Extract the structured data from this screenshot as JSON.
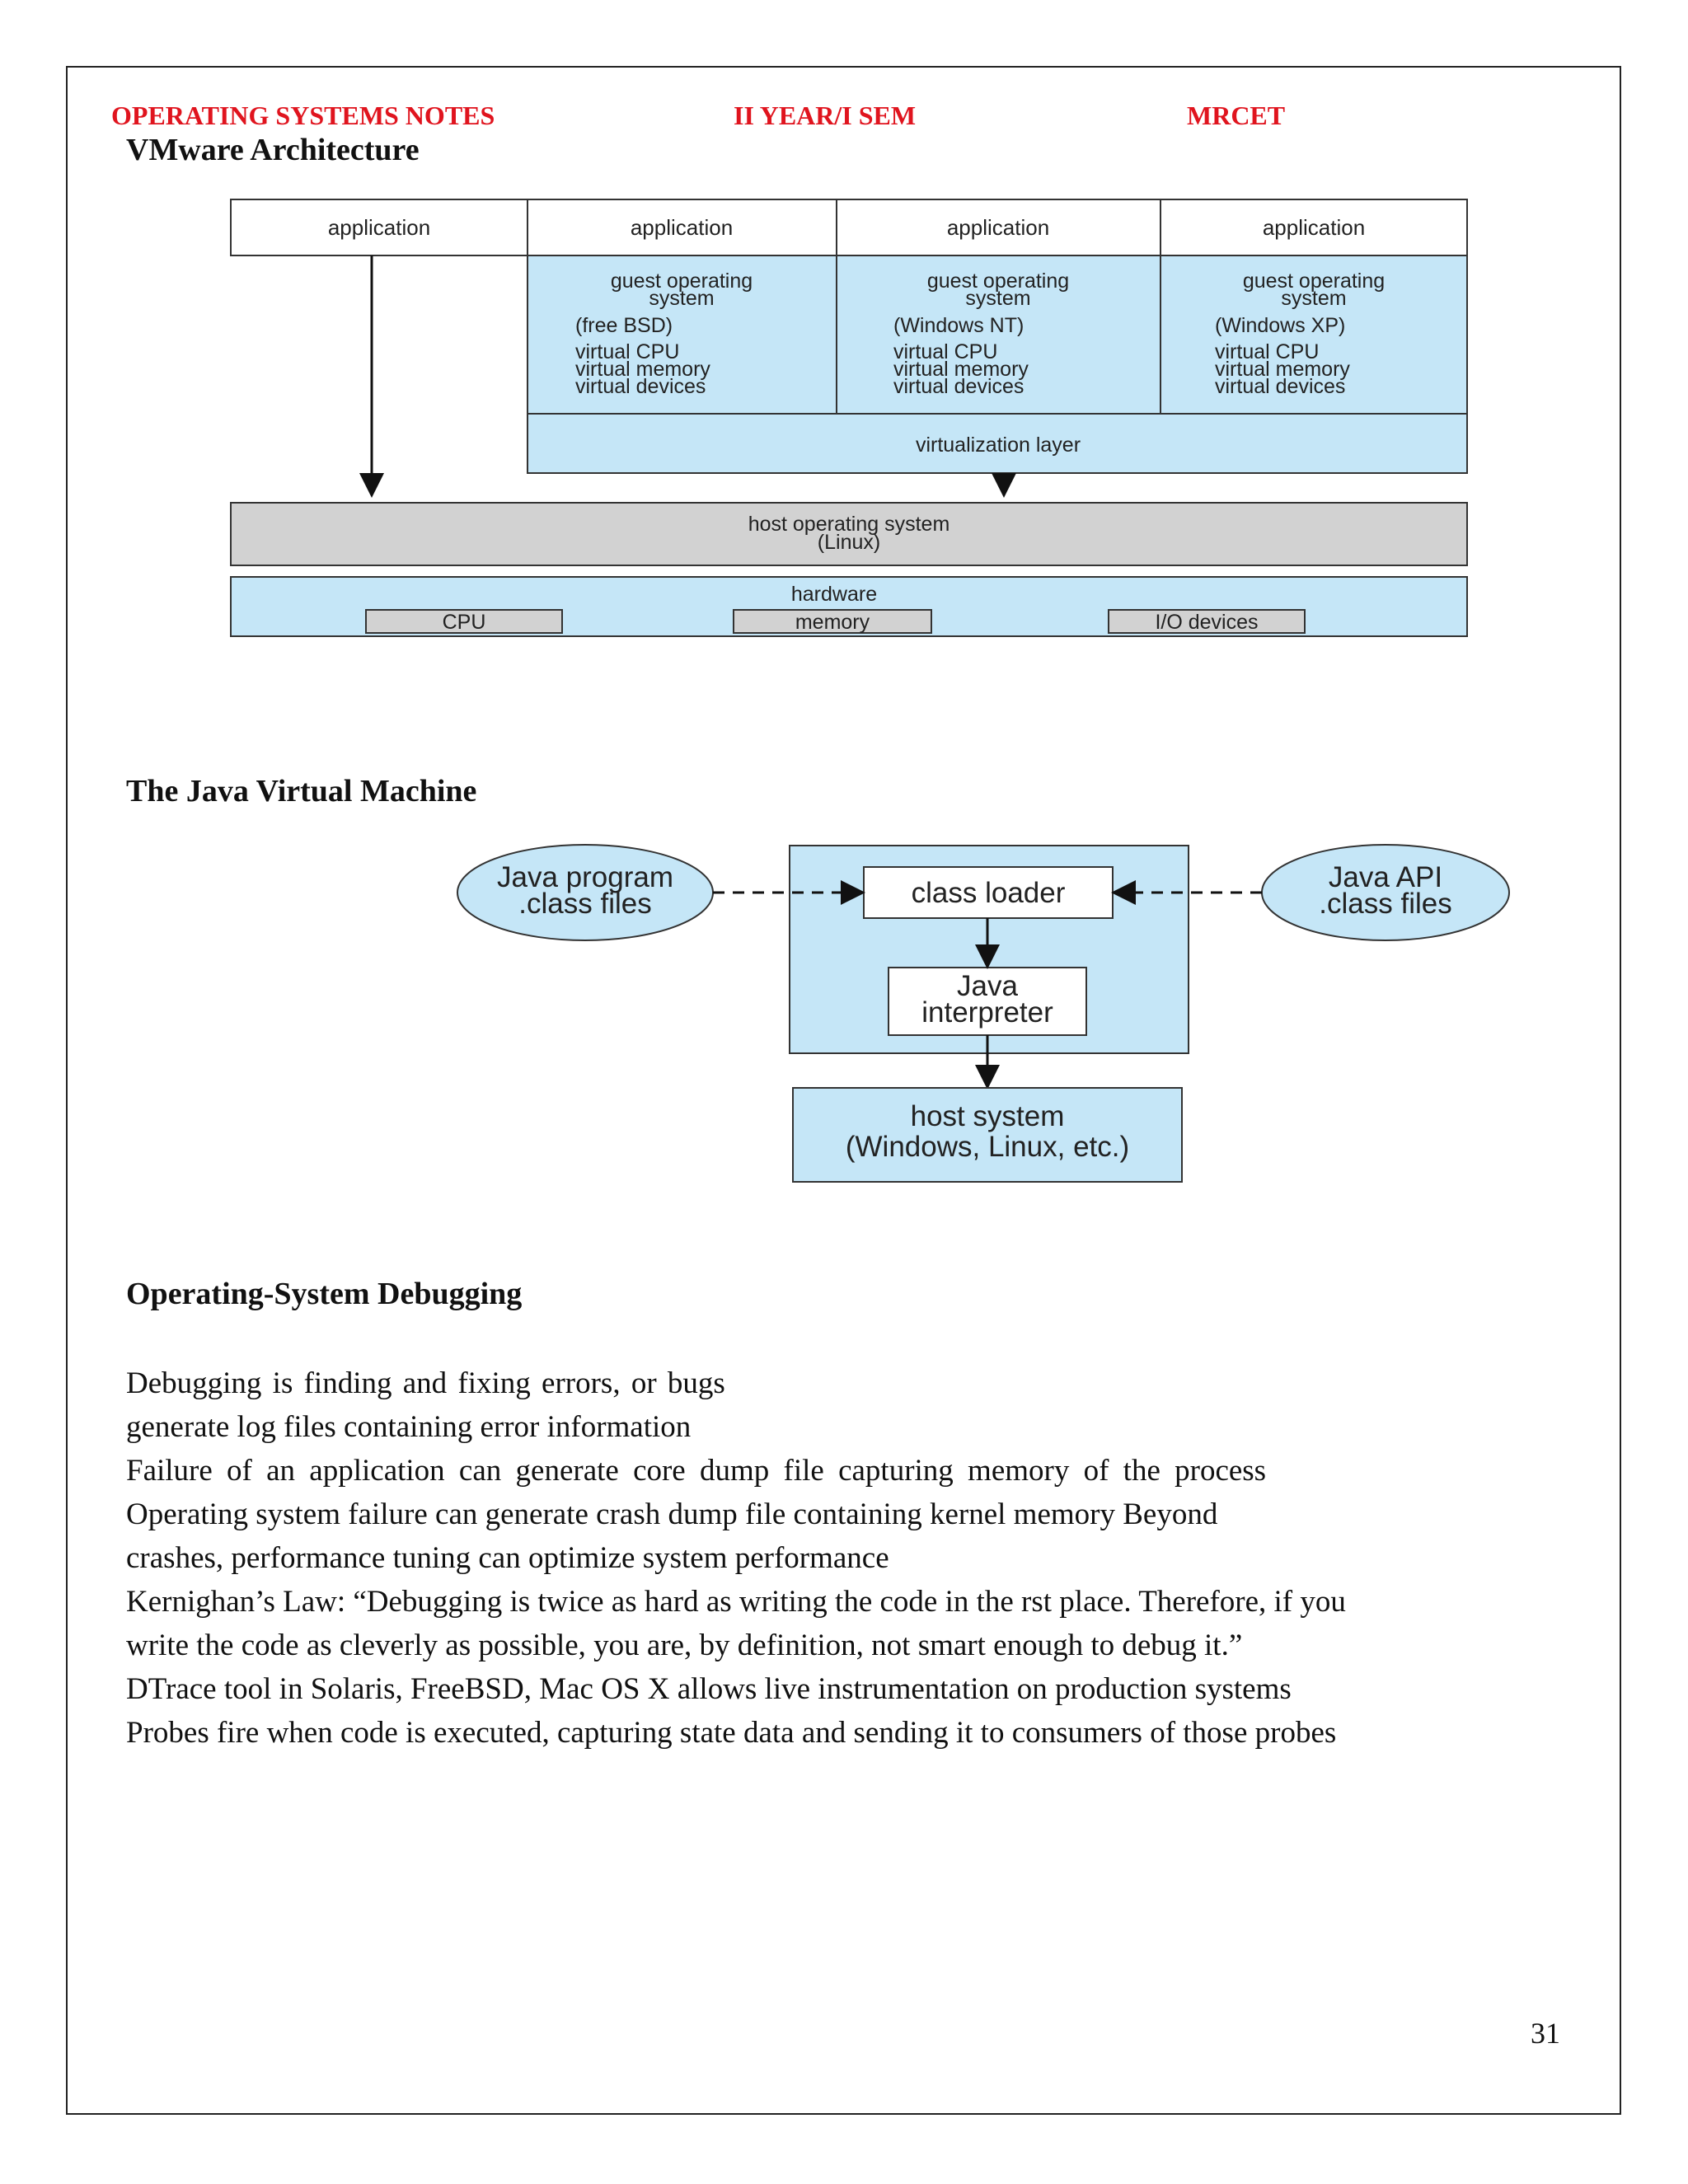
{
  "header": {
    "left": "OPERATING SYSTEMS NOTES",
    "center": "II YEAR/I SEM",
    "right": "MRCET"
  },
  "vmware": {
    "title": "VMware Architecture",
    "app_label": "application",
    "guests": [
      {
        "l1": "guest operating",
        "l2": "system",
        "name": "(free BSD)",
        "cpu": "virtual CPU",
        "mem": "virtual memory",
        "dev": "virtual devices"
      },
      {
        "l1": "guest operating",
        "l2": "system",
        "name": "(Windows NT)",
        "cpu": "virtual CPU",
        "mem": "virtual memory",
        "dev": "virtual devices"
      },
      {
        "l1": "guest operating",
        "l2": "system",
        "name": "(Windows XP)",
        "cpu": "virtual CPU",
        "mem": "virtual memory",
        "dev": "virtual devices"
      }
    ],
    "virtualization_layer": "virtualization layer",
    "host_os": "host operating system",
    "host_os_name": "(Linux)",
    "hardware": "hardware",
    "hw_items": [
      "CPU",
      "memory",
      "I/O devices"
    ]
  },
  "jvm": {
    "title": "The Java Virtual Machine",
    "java_program": [
      "Java program",
      ".class files"
    ],
    "java_api": [
      "Java API",
      ".class files"
    ],
    "class_loader": "class loader",
    "interpreter": [
      "Java",
      "interpreter"
    ],
    "host_system": [
      "host system",
      "(Windows, Linux, etc.)"
    ]
  },
  "debugging": {
    "title": "Operating-System Debugging",
    "lines": [
      "Debugging is finding and fixing errors, or bugs",
      "generate log files containing error information",
      "Failure of an application can generate core dump file capturing memory of the process",
      "Operating system failure can generate crash dump file containing kernel memory Beyond",
      "crashes, performance tuning can optimize system performance",
      "Kernighan’s Law: “Debugging is twice as hard as writing the code in the rst place. Therefore, if you",
      "write the code as cleverly as possible, you are, by definition, not smart enough to debug it.”",
      "DTrace tool in Solaris, FreeBSD, Mac OS X allows live instrumentation on production systems",
      "Probes fire when code is executed, capturing state data and sending it to consumers of those probes"
    ]
  },
  "page_number": "31",
  "colors": {
    "header_red": "#e0141e",
    "light_blue": "#c5e6f7",
    "host_gray": "#d2d2d2"
  }
}
